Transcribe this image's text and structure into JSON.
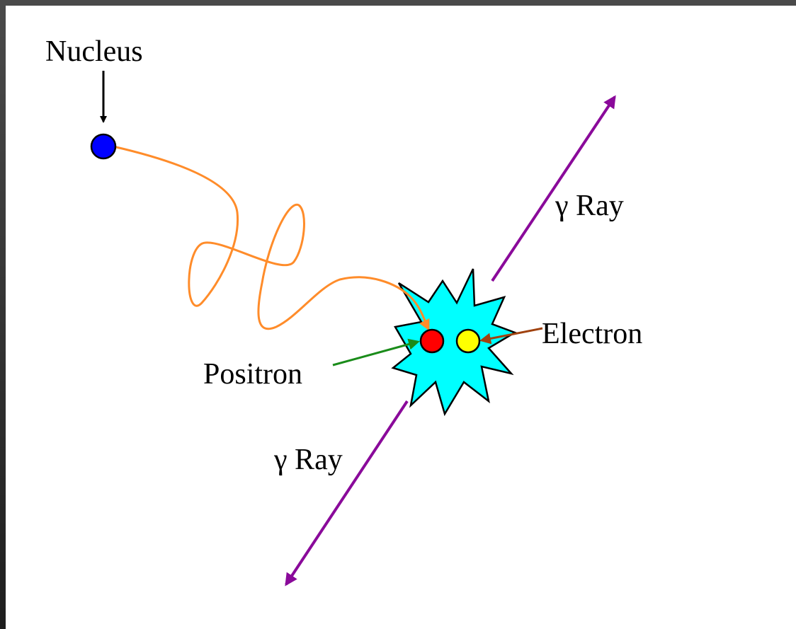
{
  "labels": {
    "nucleus": "Nucleus",
    "gamma_ray_top": "γ Ray",
    "gamma_ray_bottom": "γ Ray",
    "electron": "Electron",
    "positron": "Positron"
  },
  "colors": {
    "nucleus": "#0000ff",
    "positron": "#ff0000",
    "electron": "#ffff00",
    "burst": "#00ffff",
    "path": "#ff8c2a",
    "gamma_ray": "#8a0a9a",
    "electron_pointer": "#a0420f",
    "positron_pointer": "#1a8c1a",
    "nucleus_pointer": "#000000"
  }
}
